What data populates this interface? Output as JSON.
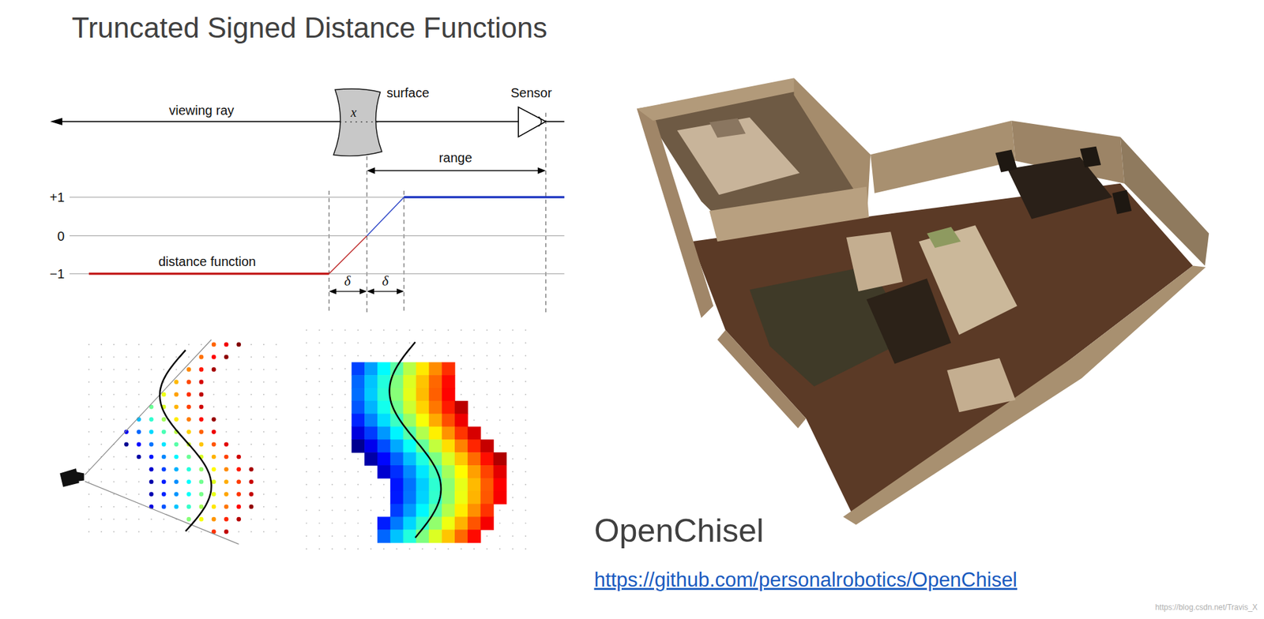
{
  "diagram": {
    "title": "Truncated Signed Distance Functions",
    "nodes": [
      {
        "text": [
          "surface",
          "x⃗"
        ]
      }
    ],
    "labels": [
      "viewing ray",
      "Sensor",
      "range",
      "+1",
      "0",
      "−1",
      "distance function",
      "δ",
      "δ",
      "OpenChisel",
      "https://github.com/personalrobotics/OpenChisel",
      "https://blog.csdn.net/Travis_X"
    ]
  }
}
